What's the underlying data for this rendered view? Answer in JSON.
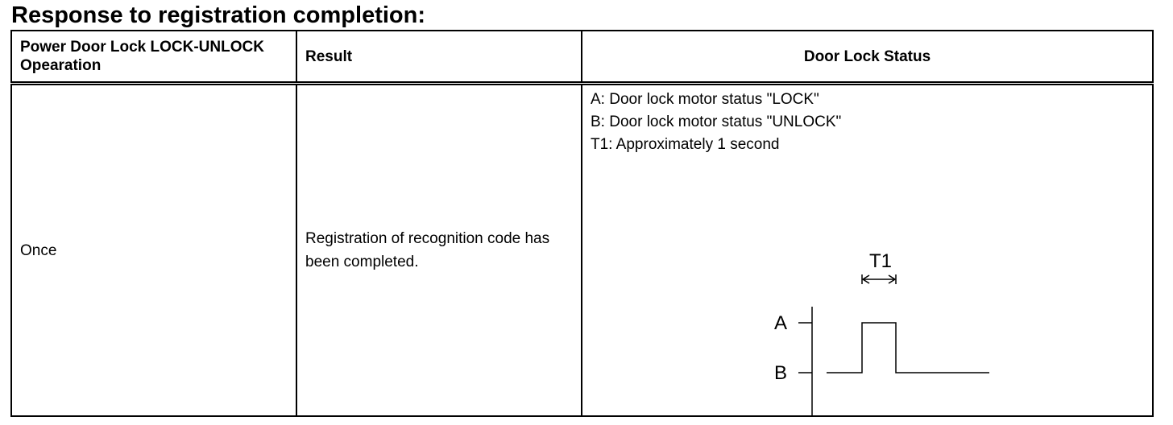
{
  "title": "Response to registration completion:",
  "table": {
    "headers": [
      "Power Door Lock LOCK-UNLOCK Opearation",
      "Result",
      "Door Lock Status"
    ],
    "rows": [
      {
        "operation": "Once",
        "result": "Registration of recognition code has been completed.",
        "status": {
          "legend": [
            "A: Door lock motor status \"LOCK\"",
            "B: Door lock motor status \"UNLOCK\"",
            "T1: Approximately 1 second"
          ],
          "diagram": {
            "labels": {
              "a": "A",
              "b": "B",
              "t1": "T1"
            }
          }
        }
      }
    ]
  }
}
